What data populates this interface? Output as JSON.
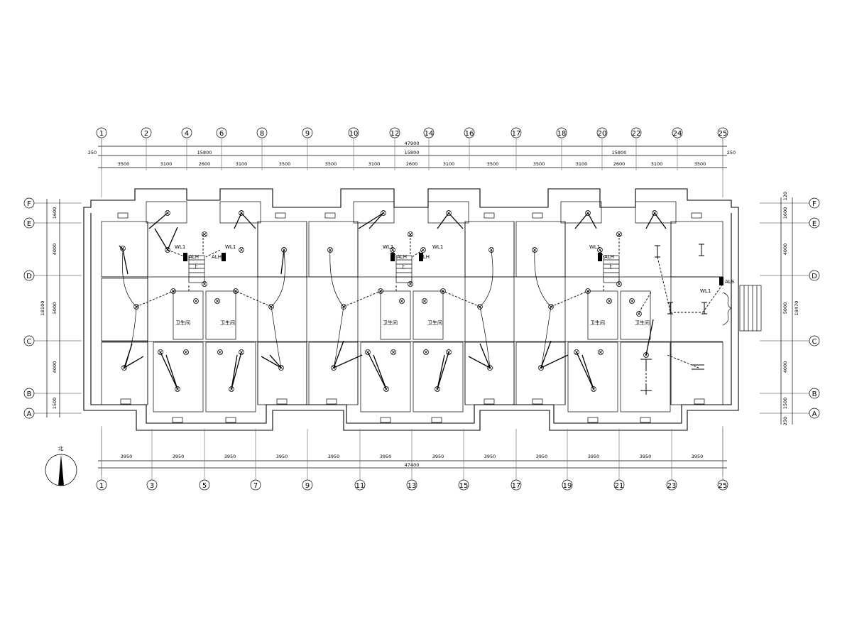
{
  "axes": {
    "top": [
      "1",
      "2",
      "4",
      "6",
      "8",
      "9",
      "10",
      "12",
      "14",
      "16",
      "17",
      "18",
      "20",
      "22",
      "24",
      "25"
    ],
    "bottom": [
      "1",
      "3",
      "5",
      "7",
      "9",
      "11",
      "13",
      "15",
      "17",
      "19",
      "21",
      "23",
      "25"
    ],
    "rows": [
      "F",
      "E",
      "D",
      "C",
      "B",
      "A"
    ]
  },
  "top_dimensions": {
    "overall": "47900",
    "edge_left": "250",
    "edge_right": "250",
    "units": [
      "15800",
      "15800",
      "15800"
    ],
    "bays": [
      "3500",
      "3100",
      "2600",
      "3100",
      "3500",
      "3500",
      "3100",
      "2600",
      "3100",
      "3500",
      "3500",
      "3100",
      "2600",
      "3100",
      "3500"
    ]
  },
  "bottom_dimensions": {
    "overall": "47400",
    "bays": [
      "3950",
      "3950",
      "3950",
      "3950",
      "3950",
      "3950",
      "3950",
      "3950",
      "3950",
      "3950",
      "3950",
      "3950"
    ]
  },
  "left_dimensions": {
    "overall": "18100",
    "parts": [
      "1600",
      "4000",
      "5000",
      "4000",
      "1500"
    ]
  },
  "right_dimensions": {
    "overall": "18470",
    "parts": [
      "120",
      "1600",
      "4000",
      "5000",
      "4000",
      "1500",
      "250"
    ]
  },
  "labels": {
    "panel": "ALH",
    "panel_main": "ALS",
    "feeder": "WL1",
    "stair_up": "上",
    "toilet": "卫生间",
    "north": "北"
  }
}
